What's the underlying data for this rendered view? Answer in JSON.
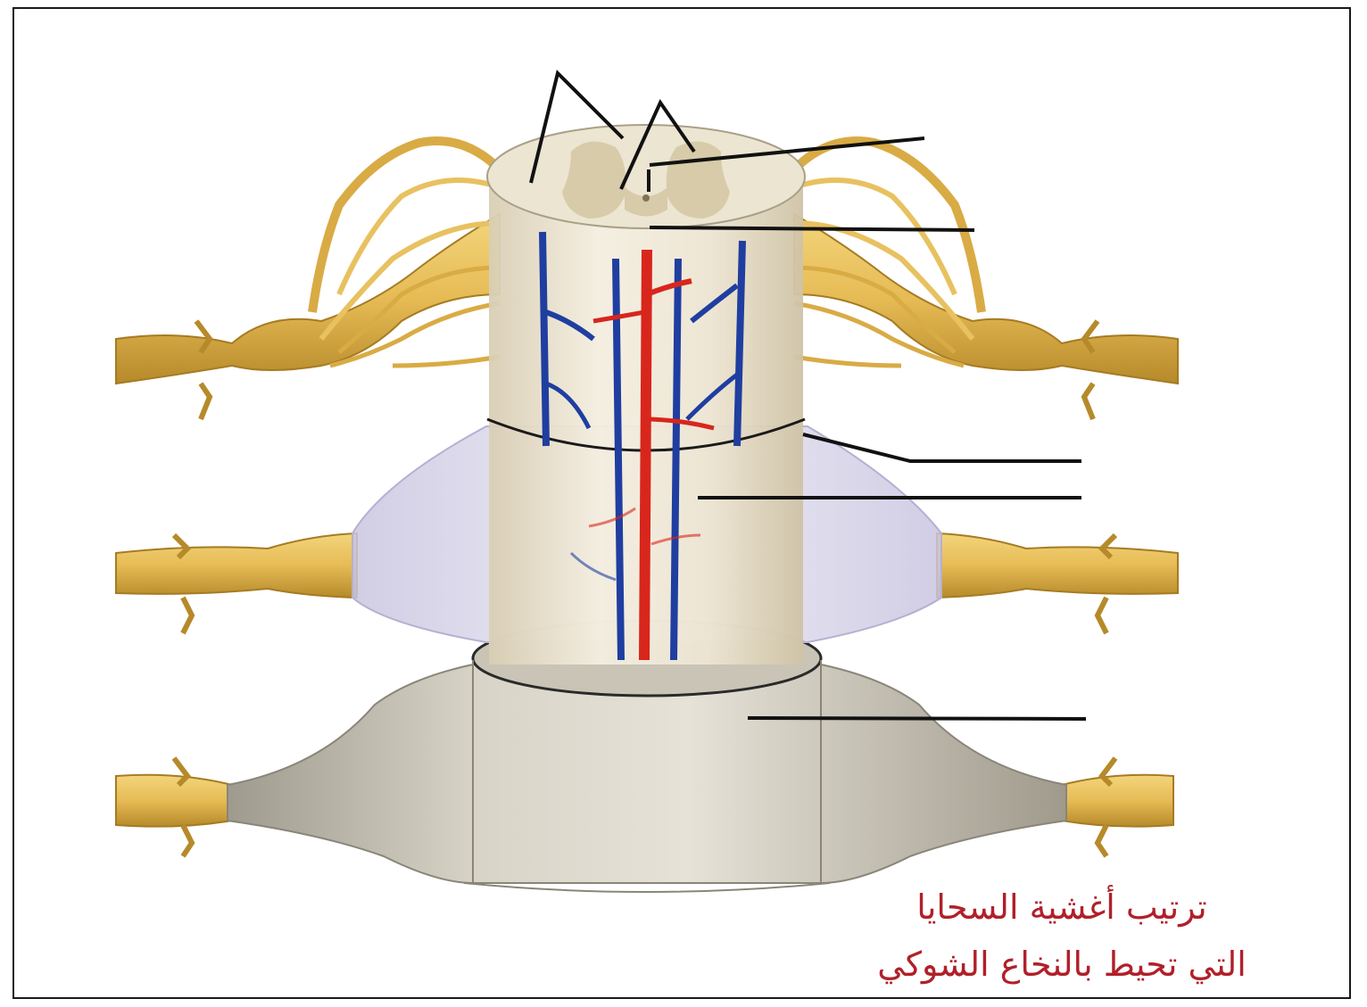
{
  "diagram": {
    "caption": {
      "line1": "ترتيب أغشية السحايا",
      "line2": "التي تحيط بالنخاع الشوكي"
    },
    "leader_lines": [
      {
        "id": "gray-horn-left"
      },
      {
        "id": "gray-horn-right"
      },
      {
        "id": "central-canal"
      },
      {
        "id": "spinal-cord-surface"
      },
      {
        "id": "pia-mater-edge"
      },
      {
        "id": "arachnoid-mater"
      },
      {
        "id": "dura-mater"
      }
    ],
    "colors": {
      "nerve": "#e6bb55",
      "nerve_dark": "#b68a2a",
      "cord": "#efe8d6",
      "gray_matter": "#d7cba9",
      "vein": "#1f3ea0",
      "artery": "#d8261c",
      "arachnoid": "#d9d6ec",
      "dura": "#c9c4b6",
      "caption": "#b0202a"
    }
  }
}
